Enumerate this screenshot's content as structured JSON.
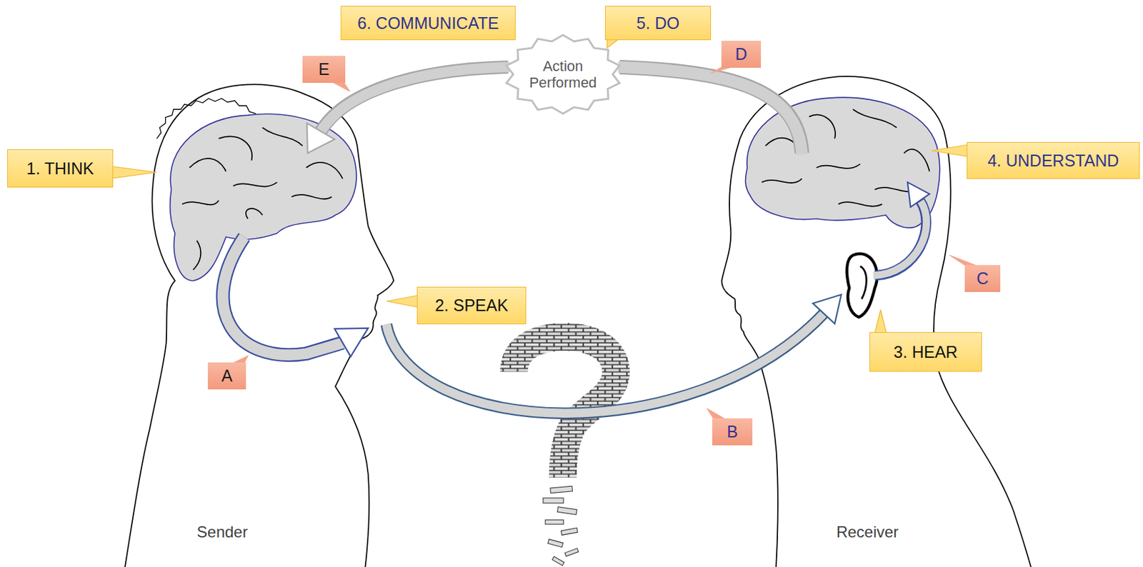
{
  "diagram": {
    "nodes": [
      {
        "text": [
          "6. COMMUNICATE"
        ]
      },
      {
        "text": [
          "5. DO"
        ]
      },
      {
        "text": [
          "E"
        ]
      },
      {
        "text": [
          "Action Performed"
        ]
      },
      {
        "text": [
          "D"
        ]
      },
      {
        "text": [
          "1. THINK"
        ]
      },
      {
        "text": [
          "4. UNDERSTAND"
        ]
      },
      {
        "text": [
          "C"
        ]
      },
      {
        "text": [
          "2. SPEAK"
        ]
      },
      {
        "text": [
          "3. HEAR"
        ]
      },
      {
        "text": [
          "A"
        ]
      },
      {
        "text": [
          "B"
        ]
      }
    ],
    "labels": [
      "Sender",
      "Receiver"
    ]
  }
}
